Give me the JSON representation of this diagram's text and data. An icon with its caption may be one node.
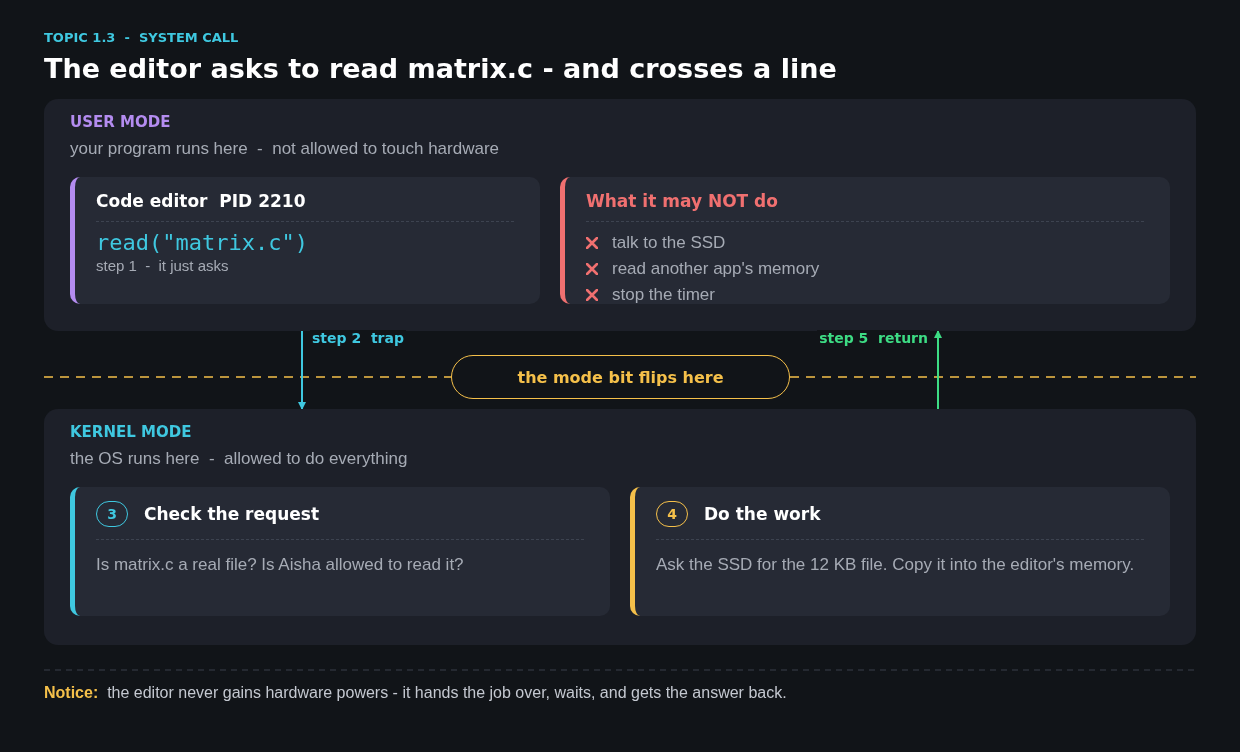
{
  "diagram": {
    "title": "The editor asks to read matrix.c - and crosses a line",
    "nodes": [
      {
        "text": [
          "USER MODE",
          "your program runs here  -  not allowed to touch hardware"
        ]
      },
      {
        "text": [
          "Code editor  PID 2210",
          "read(\"matrix.c\")",
          "step 1  -  it just asks"
        ],
        "in": 0
      },
      {
        "text": [
          "What it may NOT do",
          "talk to the SSD",
          "read another app's memory",
          "stop the timer"
        ],
        "in": 0
      },
      {
        "text": [
          "the mode bit flips here"
        ]
      },
      {
        "text": [
          "KERNEL MODE",
          "the OS runs here  -  allowed to do everything"
        ]
      },
      {
        "text": [
          "3",
          "Check the request",
          "Is matrix.c a real file? Is Aisha allowed to read it?"
        ],
        "in": 4
      },
      {
        "text": [
          "4",
          "Do the work",
          "Ask the SSD for the 12 KB file. Copy it into the editor's memory."
        ],
        "in": 4
      }
    ],
    "edges": [
      {
        "from": 0,
        "to": 4,
        "arrow": "to",
        "label": "step 2  trap",
        "color": "#3fc8e0"
      },
      {
        "from": 4,
        "to": 0,
        "arrow": "to",
        "label": "step 5  return",
        "color": "#3ddc84"
      }
    ],
    "labels": [
      "TOPIC 1.3  -  SYSTEM CALL",
      "**Notice:**  the editor never gains hardware powers - it hands the job over, waits, and gets the answer back."
    ]
  }
}
